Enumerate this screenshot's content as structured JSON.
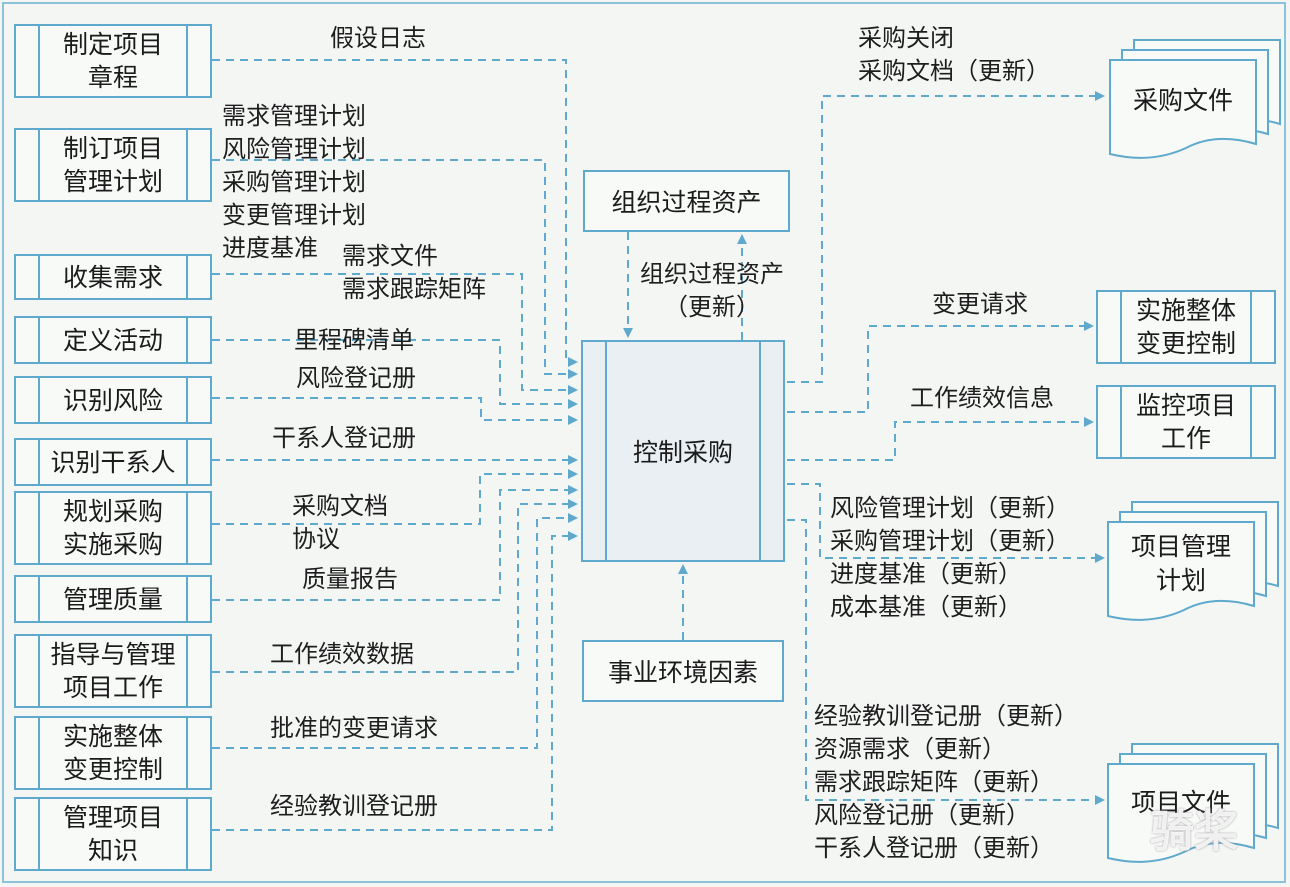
{
  "center_process": "控制采购",
  "top_box": "组织过程资产",
  "bottom_box": "事业环境因素",
  "org_assets_update_label": "组织过程资产\n（更新）",
  "inputs": [
    {
      "process": "制定项目\n章程",
      "label": "假设日志"
    },
    {
      "process": "制订项目\n管理计划",
      "label": "需求管理计划\n风险管理计划\n采购管理计划\n变更管理计划\n进度基准"
    },
    {
      "process": "收集需求",
      "label": "需求文件\n需求跟踪矩阵"
    },
    {
      "process": "定义活动",
      "label": "里程碑清单"
    },
    {
      "process": "识别风险",
      "label": "风险登记册"
    },
    {
      "process": "识别干系人",
      "label": "干系人登记册"
    },
    {
      "process": "规划采购\n实施采购",
      "label": "采购文档\n协议"
    },
    {
      "process": "管理质量",
      "label": "质量报告"
    },
    {
      "process": "指导与管理\n项目工作",
      "label": "工作绩效数据"
    },
    {
      "process": "实施整体\n变更控制",
      "label": "批准的变更请求"
    },
    {
      "process": "管理项目\n知识",
      "label": "经验教训登记册"
    }
  ],
  "outputs": [
    {
      "label": "采购关闭\n采购文档（更新）",
      "target": "采购文件"
    },
    {
      "label": "变更请求",
      "target": "实施整体\n变更控制"
    },
    {
      "label": "工作绩效信息",
      "target": "监控项目\n工作"
    },
    {
      "label": "风险管理计划（更新）\n采购管理计划（更新）\n进度基准（更新）\n成本基准（更新）",
      "target": "项目管理\n计划"
    },
    {
      "label": "经验教训登记册（更新）\n资源需求（更新）\n需求跟踪矩阵（更新）\n风险登记册（更新）\n干系人登记册（更新）",
      "target": "项目文件"
    }
  ],
  "watermark": "骑桨",
  "colors": {
    "line": "#5ea9cc",
    "text": "#1b1b1b"
  }
}
